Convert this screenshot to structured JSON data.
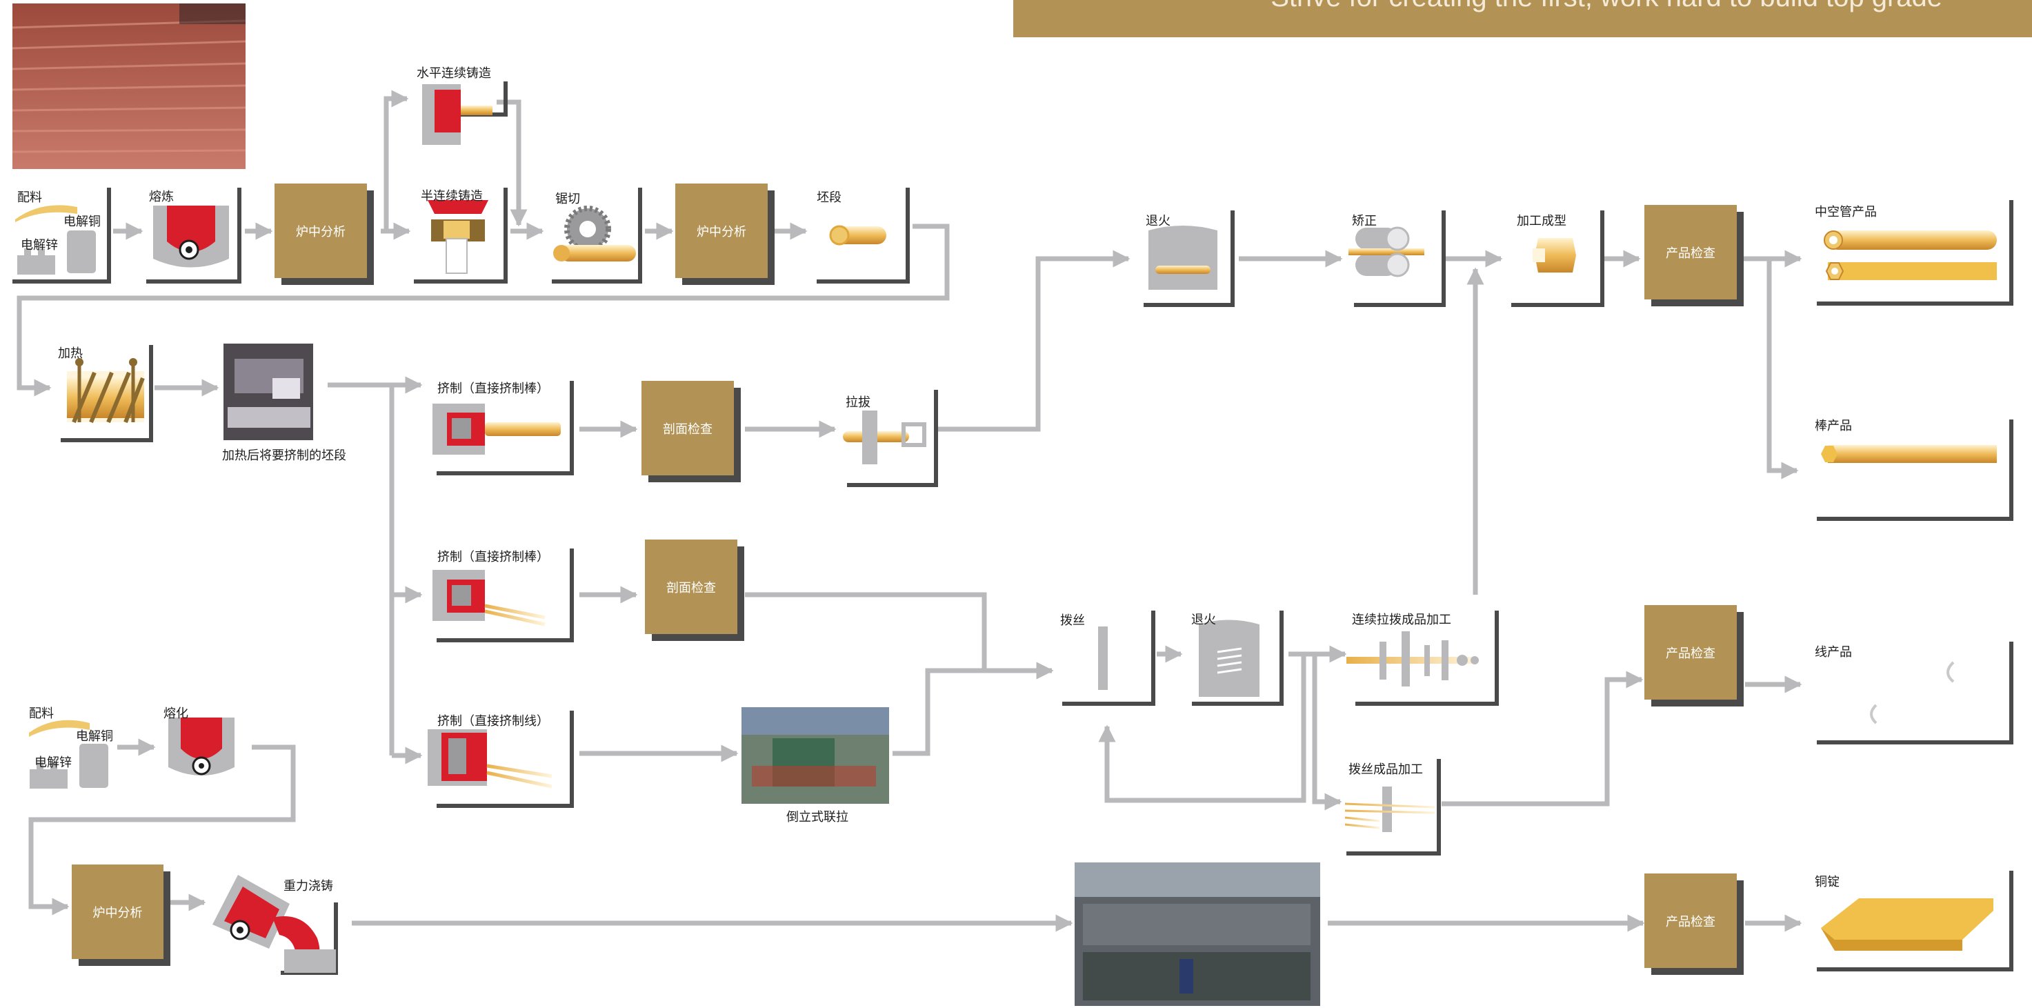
{
  "banner": {
    "text": "Strive for creating the first, work hard to build top grade"
  },
  "labels": {
    "peiliao_1": "配料",
    "dianjietong_1": "电解铜",
    "dianjiexin_1": "电解锌",
    "ronglian": "熔炼",
    "shuiping": "水平连续铸造",
    "banlianxu": "半连续铸造",
    "juqie": "锯切",
    "peiduan": "坯段",
    "jiare": "加热",
    "jiarehou": "加热后将要挤制的坯段",
    "jizhi_1": "挤制（直接挤制棒）",
    "jizhi_2": "挤制（直接挤制棒）",
    "jizhi_3": "挤制（直接挤制线）",
    "laba": "拉拔",
    "tuihuo_1": "退火",
    "jiaozheng": "矫正",
    "jiagong": "加工成型",
    "zhongkong": "中空管产品",
    "bang": "棒产品",
    "basi": "拨丝",
    "tuihuo_2": "退火",
    "lianxu_lab": "连续拉拨成品加工",
    "basi_chengpin": "拨丝成品加工",
    "xian": "线产品",
    "daoli": "倒立式联拉",
    "peiliao_2": "配料",
    "dianjietong_2": "电解铜",
    "dianjiexin_2": "电解锌",
    "ronghua": "熔化",
    "zhongli": "重力浇铸",
    "tongding": "铜锭"
  },
  "boxes": {
    "luzhong_1": "炉中分析",
    "luzhong_2": "炉中分析",
    "luzhong_3": "炉中分析",
    "poumian_1": "剖面检查",
    "poumian_2": "剖面检查",
    "chanpin_1": "产品检查",
    "chanpin_2": "产品检查",
    "chanpin_3": "产品检查"
  },
  "colors": {
    "gold": "#b39355",
    "dark": "#4a4a4a",
    "gray": "#b9b9bb",
    "red": "#d81e2a",
    "yellow": "#f2c24d"
  }
}
